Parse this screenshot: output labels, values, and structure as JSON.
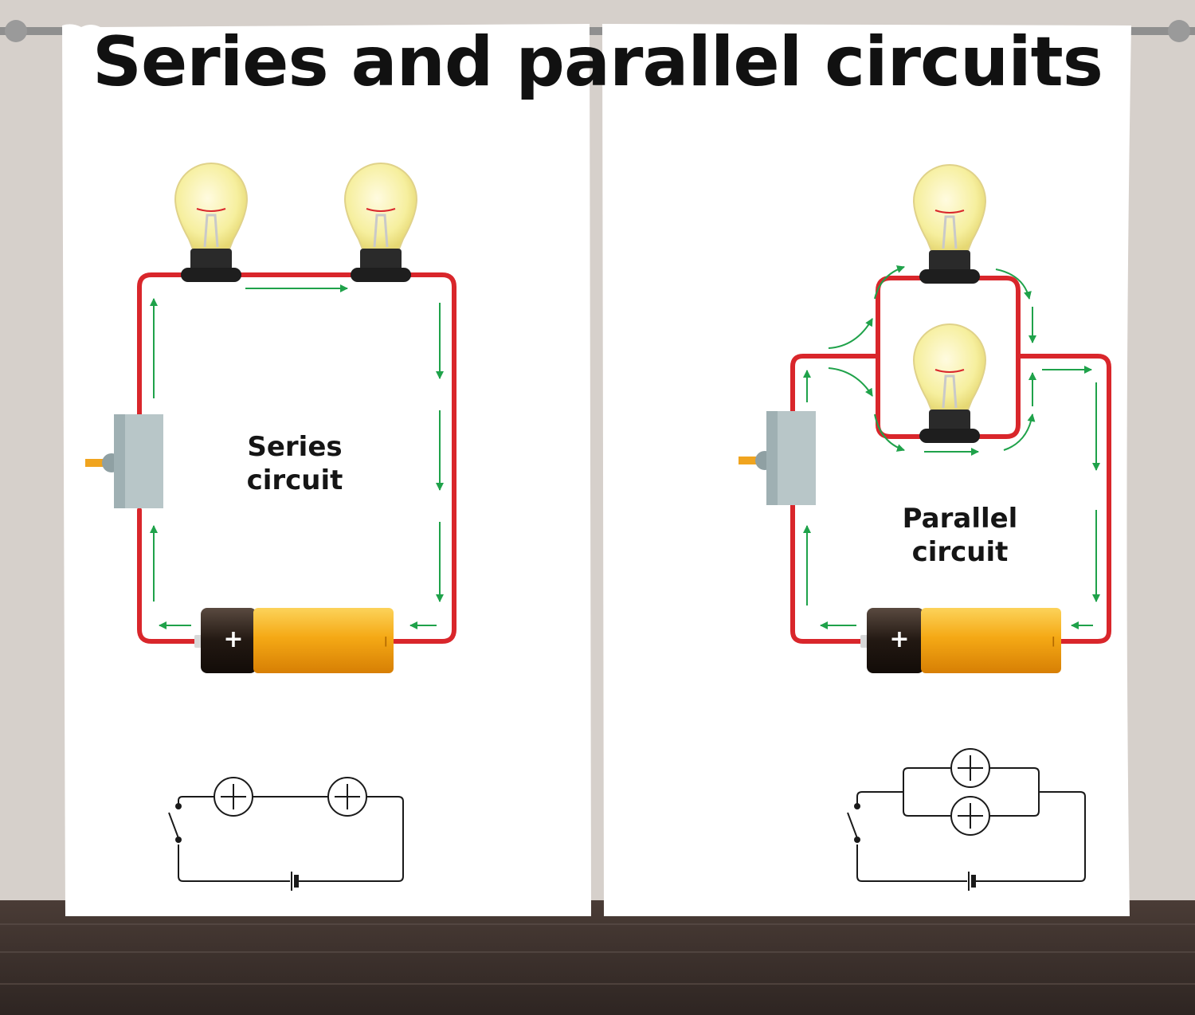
{
  "title": "Series and parallel circuits",
  "series": {
    "label_line1": "Series",
    "label_line2": "circuit"
  },
  "parallel": {
    "label_line1": "Parallel",
    "label_line2": "circuit"
  },
  "battery": {
    "plus": "+",
    "minus": "−"
  },
  "colors": {
    "wire": "#d9262b",
    "arrow": "#1fa24a",
    "bulb_glass": "#f6f0a6",
    "bulb_base": "#1e1e1e",
    "battery_body": "#f7b21b",
    "battery_cap": "#2a1e18",
    "switch_body": "#b8c6c8",
    "switch_lever": "#f0a41f",
    "schematic": "#1a1a1a"
  }
}
